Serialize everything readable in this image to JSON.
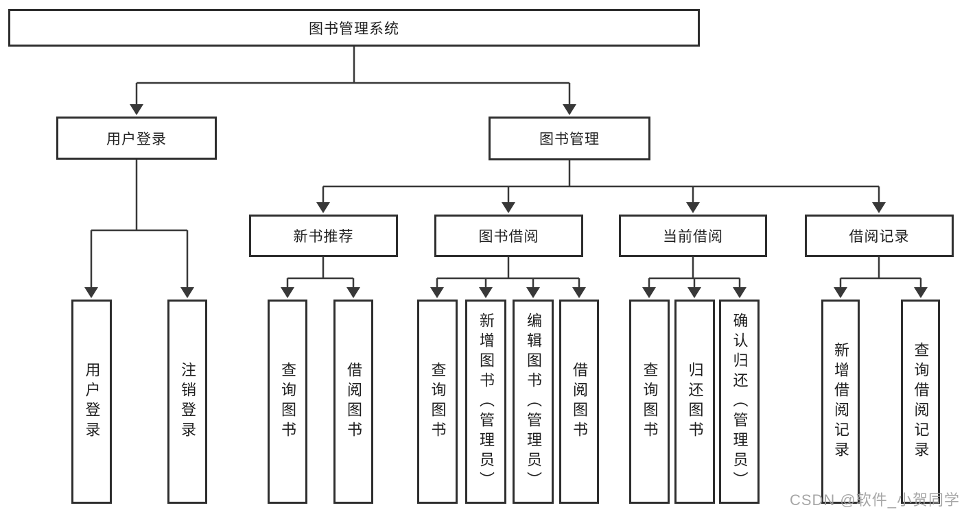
{
  "diagram": {
    "root": {
      "label": "图书管理系统"
    },
    "branches": [
      {
        "label": "用户登录",
        "children": [
          {
            "label": "用户登录"
          },
          {
            "label": "注销登录"
          }
        ]
      },
      {
        "label": "图书管理",
        "children": [
          {
            "label": "新书推荐",
            "children": [
              {
                "label": "查询图书"
              },
              {
                "label": "借阅图书"
              }
            ]
          },
          {
            "label": "图书借阅",
            "children": [
              {
                "label": "查询图书"
              },
              {
                "label": "新增图书（管理员）"
              },
              {
                "label": "编辑图书（管理员）"
              },
              {
                "label": "借阅图书"
              }
            ]
          },
          {
            "label": "当前借阅",
            "children": [
              {
                "label": "查询图书"
              },
              {
                "label": "归还图书"
              },
              {
                "label": "确认归还（管理员）"
              }
            ]
          },
          {
            "label": "借阅记录",
            "children": [
              {
                "label": "新增借阅记录"
              },
              {
                "label": "查询借阅记录"
              }
            ]
          }
        ]
      }
    ]
  },
  "watermark": {
    "text": "CSDN @软件_小贺同学"
  },
  "colors": {
    "line": "#383838",
    "box_border": "#2e2e2e",
    "text": "#1f1f1f",
    "watermark": "#9e9e9e",
    "background": "#ffffff"
  }
}
